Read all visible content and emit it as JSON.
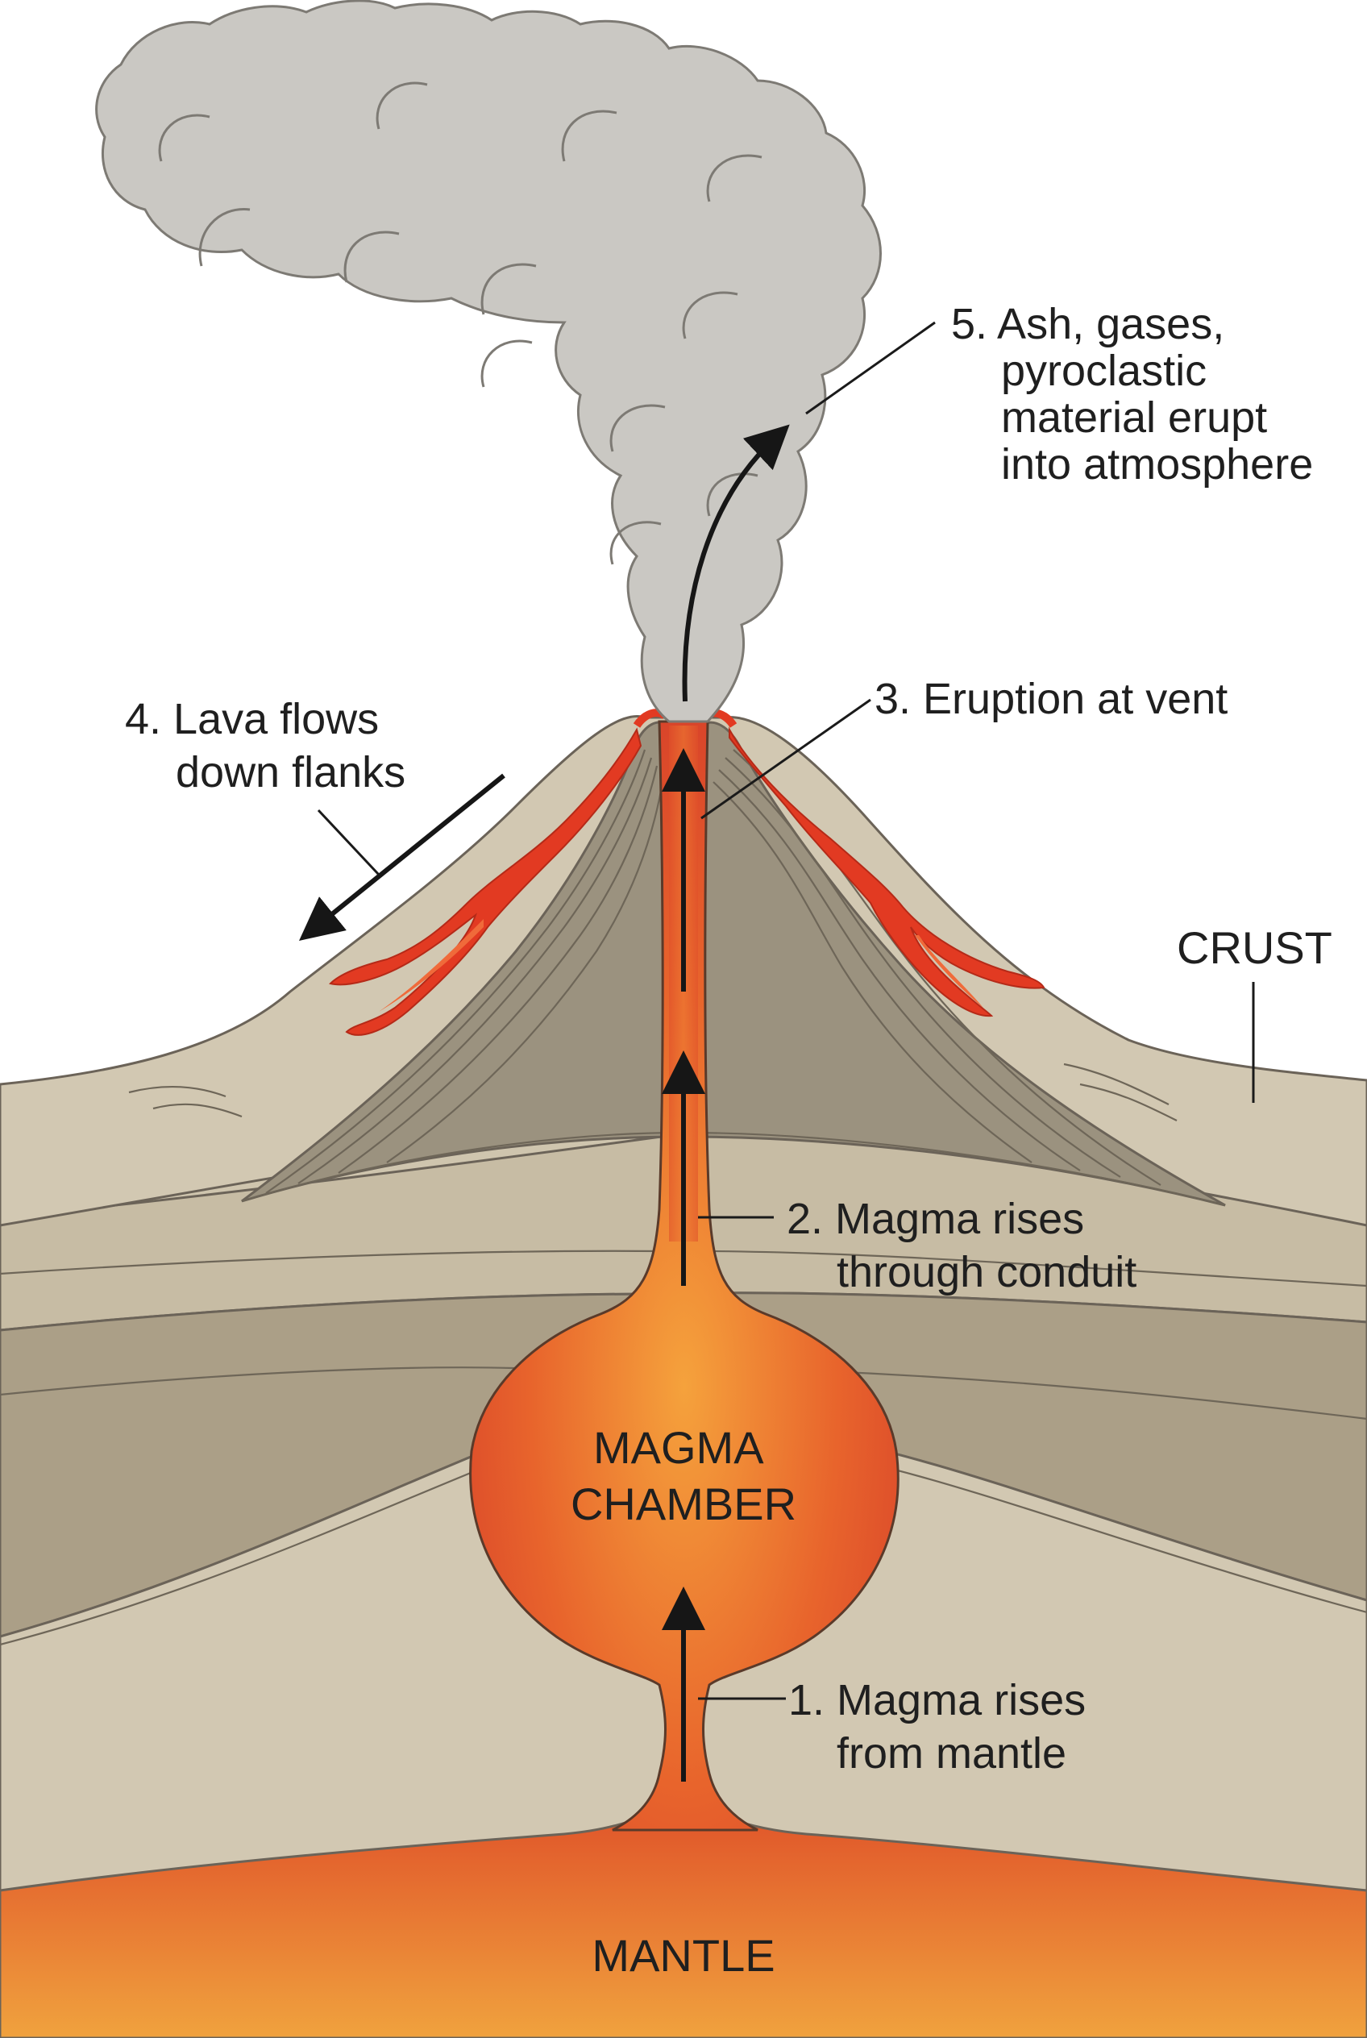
{
  "labels": {
    "step1": [
      "1. Magma rises",
      "from mantle"
    ],
    "step2": [
      "2. Magma rises",
      "through conduit"
    ],
    "step3": [
      "3. Eruption at vent"
    ],
    "step4": [
      "4. Lava flows",
      "down flanks"
    ],
    "step5": [
      "5. Ash, gases,",
      "pyroclastic",
      "material erupt",
      "into atmosphere"
    ],
    "crust": "CRUST",
    "chamber": [
      "MAGMA",
      "CHAMBER"
    ],
    "mantle": "MANTLE"
  },
  "colors": {
    "sky": "#ffffff",
    "crust_light": "#d6cdb8",
    "crust_mid": "#c4b9a1",
    "crust_dark": "#a99c84",
    "cone_dark": "#9a917f",
    "magma_outer": "#d9452a",
    "magma_inner": "#f0903a",
    "mantle_top": "#e25a2a",
    "mantle_bottom": "#f0a040",
    "lava": "#e23a22",
    "ash": "#c9c7c2",
    "ash_outline": "#7d7a74",
    "arrow": "#161616"
  },
  "icons": {
    "flow_arrow": "arrow-up-icon",
    "lava_arrow": "arrow-down-left-icon",
    "ash_arrow": "curved-arrow-icon"
  }
}
